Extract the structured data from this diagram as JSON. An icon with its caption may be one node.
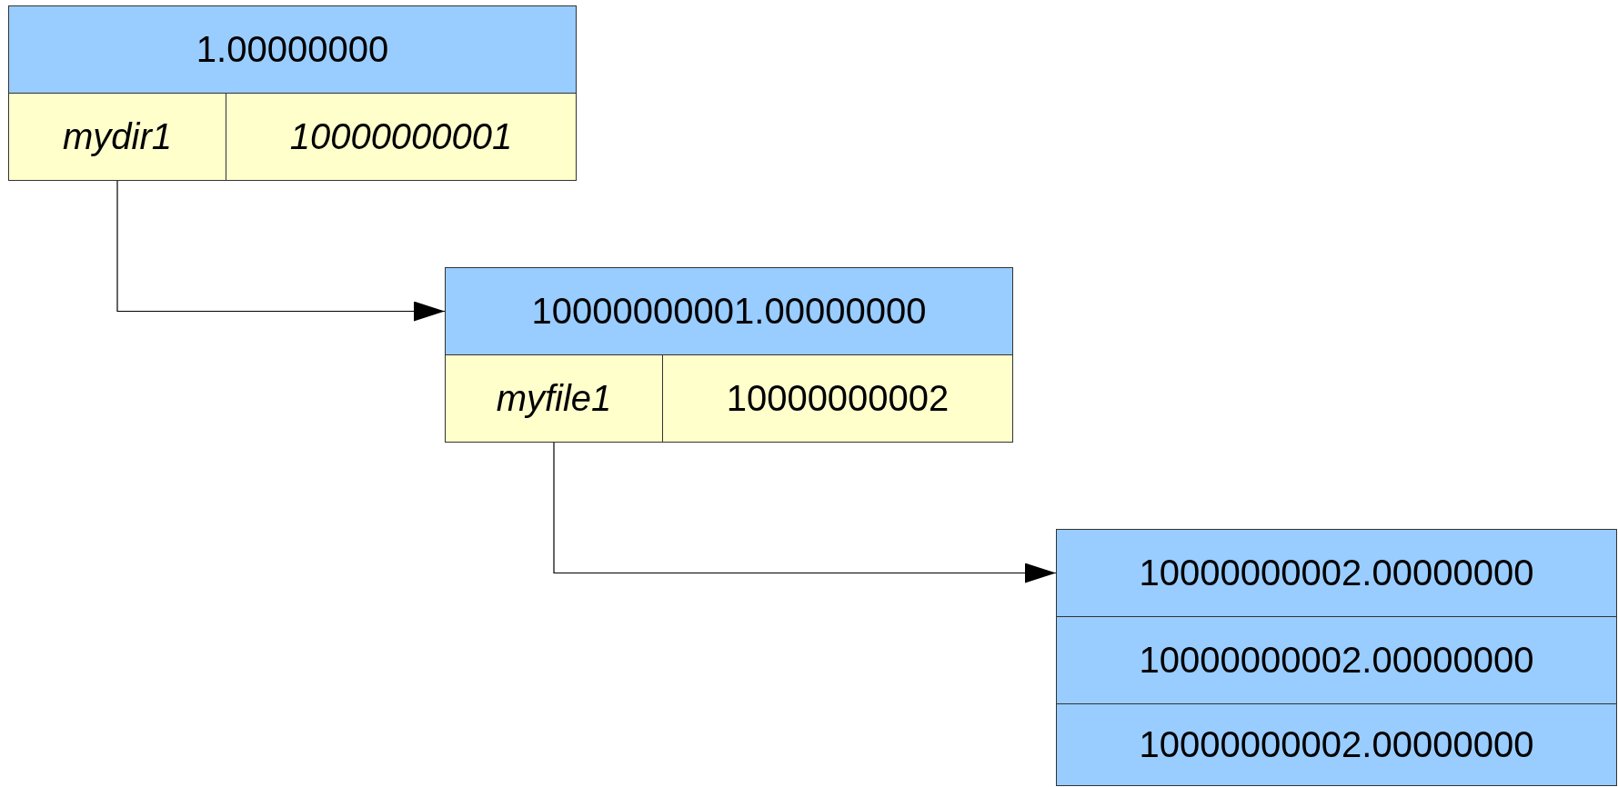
{
  "diagram": {
    "nodes": [
      {
        "text": [
          "1.00000000"
        ]
      },
      {
        "text": [
          "mydir1"
        ]
      },
      {
        "text": [
          "10000000001"
        ]
      },
      {
        "text": [
          "10000000001.00000000"
        ]
      },
      {
        "text": [
          "myfile1"
        ]
      },
      {
        "text": [
          "10000000002"
        ]
      },
      {
        "text": [
          "10000000002.00000000"
        ]
      },
      {
        "text": [
          "10000000002.00000000"
        ]
      },
      {
        "text": [
          "10000000002.00000000"
        ]
      }
    ],
    "edges": [
      {
        "from": 1,
        "to": 3,
        "arrow": "to"
      },
      {
        "from": 4,
        "to": 6,
        "arrow": "to"
      }
    ]
  }
}
